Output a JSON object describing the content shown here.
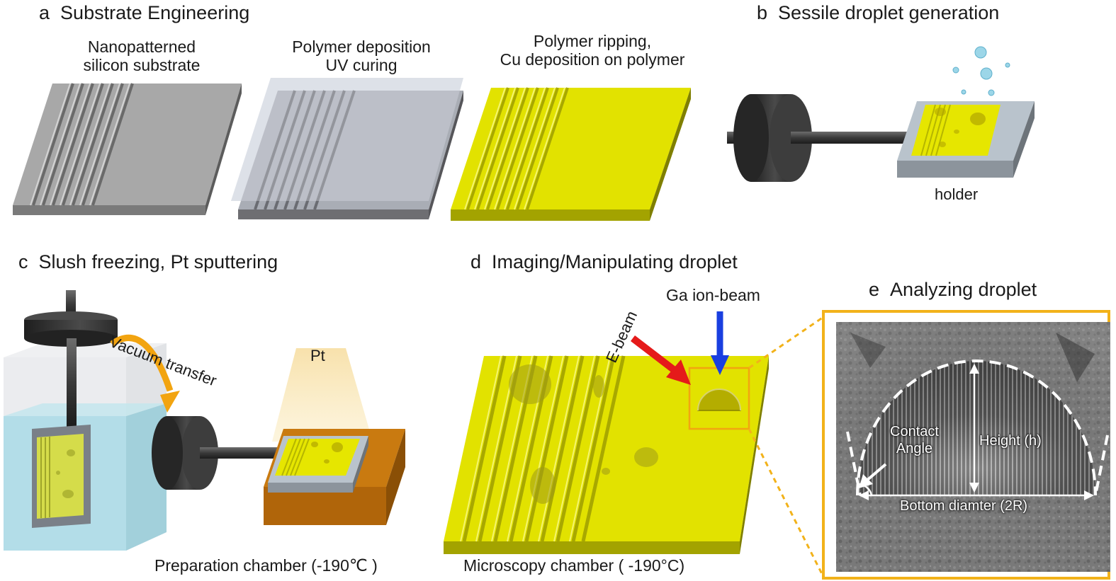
{
  "panels": {
    "a": {
      "letter": "a",
      "title": "Substrate Engineering",
      "steps": [
        {
          "line1": "Nanopatterned",
          "line2": "silicon substrate"
        },
        {
          "line1": "Polymer deposition",
          "line2": "UV curing"
        },
        {
          "line1": "Polymer ripping,",
          "line2": "Cu deposition on polymer"
        }
      ]
    },
    "b": {
      "letter": "b",
      "title": "Sessile droplet generation",
      "holder_label": "holder"
    },
    "c": {
      "letter": "c",
      "title": "Slush freezing, Pt sputtering",
      "transfer_label": "Vacuum transfer",
      "pt_label": "Pt",
      "chamber_label": "Preparation chamber (-190℃ )"
    },
    "d": {
      "letter": "d",
      "title": "Imaging/Manipulating droplet",
      "ebeam_label": "E-beam",
      "ga_label": "Ga ion-beam",
      "chamber_label": "Microscopy chamber ( -190°C)"
    },
    "e": {
      "letter": "e",
      "title": "Analyzing droplet",
      "contact_line1": "Contact",
      "contact_line2": "Angle",
      "height_label": "Height (h)",
      "bottom_label": "Bottom diamter (2R)"
    }
  },
  "colors": {
    "yellow": "#e2e200",
    "yellow_side": "#9c9c00",
    "silicon": "#a6a6a6",
    "polymer": "#bcc2cc",
    "ebeam_arrow": "#e51a1a",
    "ga_arrow": "#1a3fe0",
    "orange_frame": "#f2b21a",
    "liquid": "#a9dbe6",
    "block": "#b86a08"
  }
}
